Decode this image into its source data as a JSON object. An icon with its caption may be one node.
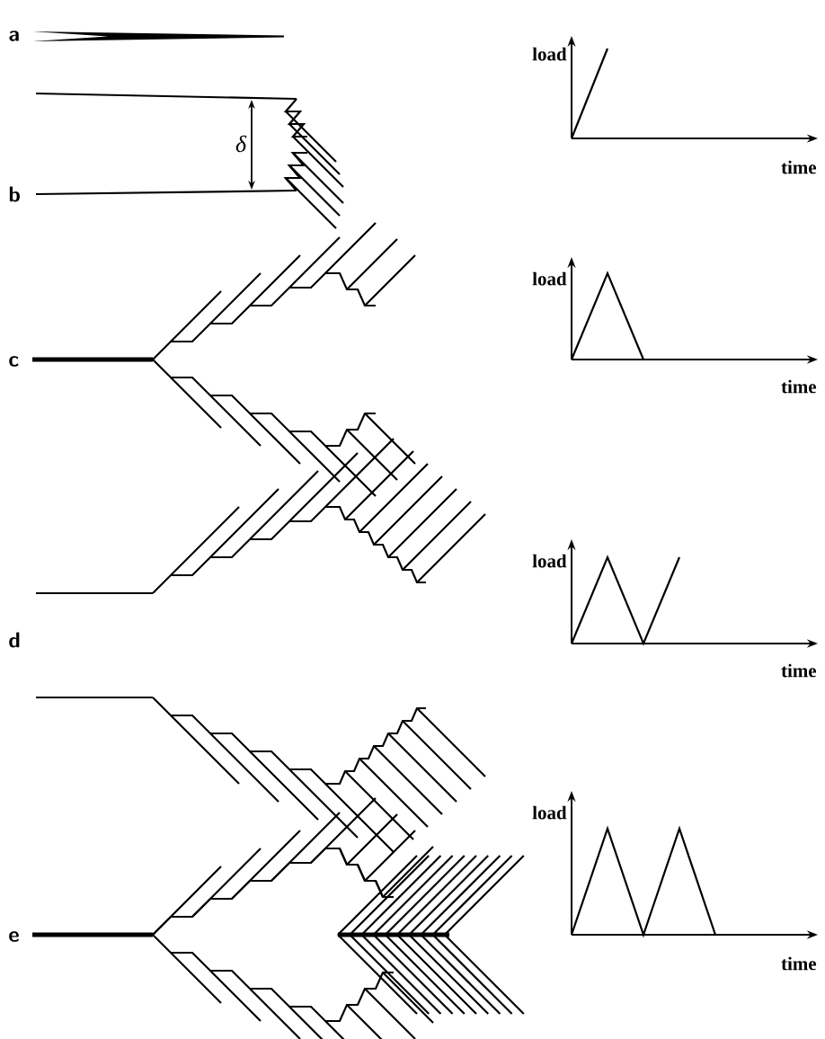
{
  "diagram": {
    "labels": [
      "a",
      "load",
      "δ",
      "b",
      "time",
      "load",
      "c",
      "time",
      "load",
      "d",
      "time",
      "load",
      "e",
      "time"
    ]
  }
}
